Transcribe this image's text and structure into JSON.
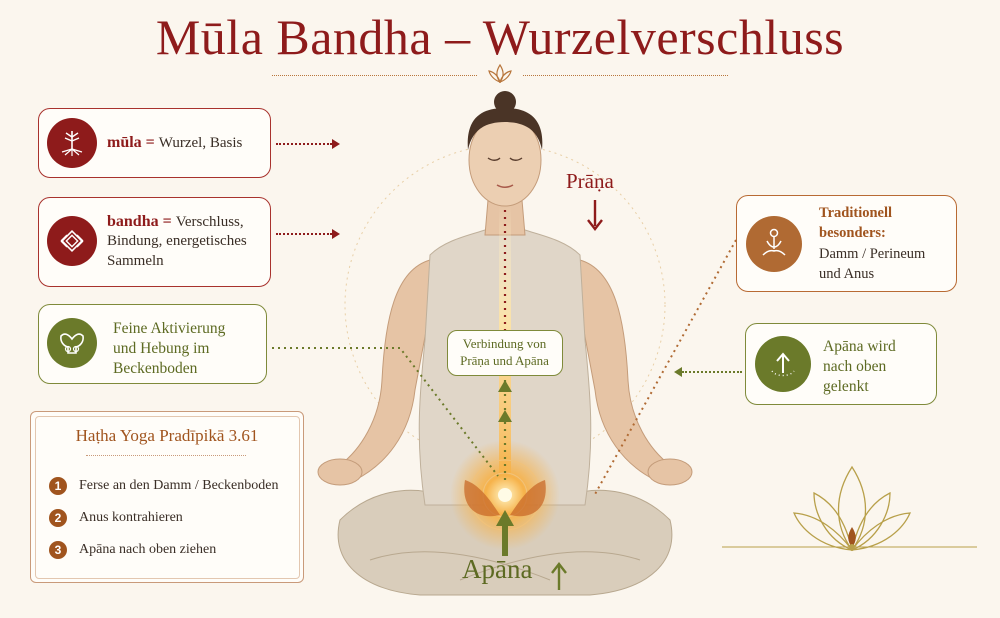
{
  "title": "Mūla Bandha – Wurzelverschluss",
  "cards": {
    "mula": {
      "term": "mūla",
      "sep": " = ",
      "def": "Wurzel, Basis"
    },
    "bandha": {
      "term": "bandha",
      "sep": " = ",
      "def_line1": "Verschluss,",
      "def_line2": "Bindung, energetisches",
      "def_line3": "Sammeln"
    },
    "pelvic": {
      "line1": "Feine Aktivierung",
      "line2": "und Hebung im",
      "line3": "Beckenboden"
    },
    "traditional": {
      "line1": "Traditionell",
      "line2": "besonders:",
      "line3": "Damm / Perineum",
      "line4": "und Anus"
    },
    "apana_up": {
      "line1": "Apāna wird",
      "line2": "nach oben",
      "line3": "gelenkt"
    }
  },
  "center": {
    "prana_label": "Prāṇa",
    "connection_line1": "Verbindung von",
    "connection_line2": "Prāṇa und Apāna",
    "apana_label": "Apāna"
  },
  "hatha": {
    "title": "Haṭha Yoga Pradīpikā 3.61",
    "steps": [
      {
        "num": "1",
        "text": "Ferse an den Damm / Beckenboden"
      },
      {
        "num": "2",
        "text": "Anus kontrahieren"
      },
      {
        "num": "3",
        "text": "Apāna nach oben ziehen"
      }
    ]
  },
  "colors": {
    "red": "#8e1b1b",
    "green": "#6b7a2a",
    "orange": "#a0541e",
    "gold": "#c98a3a",
    "background": "#fbf6ee"
  },
  "icons": [
    "tree-root-icon",
    "endless-knot-icon",
    "pelvis-icon",
    "meditating-figure-icon",
    "upward-arrow-icon",
    "lotus-icon"
  ]
}
